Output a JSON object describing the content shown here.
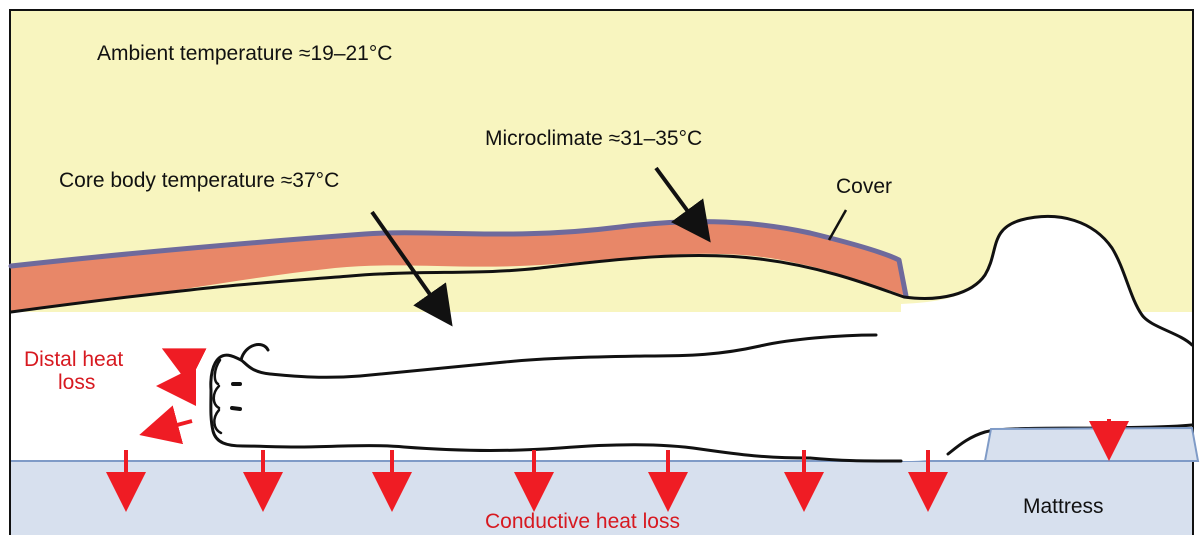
{
  "labels": {
    "ambient": "Ambient temperature ≈19–21°C",
    "microclimate": "Microclimate ≈31–35°C",
    "core": "Core body temperature ≈37°C",
    "cover": "Cover",
    "distal_line1": "Distal heat",
    "distal_line2": "loss",
    "mattress": "Mattress",
    "conductive": "Conductive heat loss"
  },
  "colors": {
    "ambient_fill": "#f8f5bf",
    "body_fill": "#ffffff",
    "microclimate_fill": "#e88768",
    "cover_stroke": "#6e6a9c",
    "mattress_fill": "#d7e0ee",
    "mattress_edge": "#7f9bc7",
    "loss_arrow": "#ef1c24",
    "outline": "#111111"
  },
  "icons": {
    "pillow": "pillow-icon",
    "person": "person-outline-icon",
    "arrow": "arrow-icon"
  }
}
